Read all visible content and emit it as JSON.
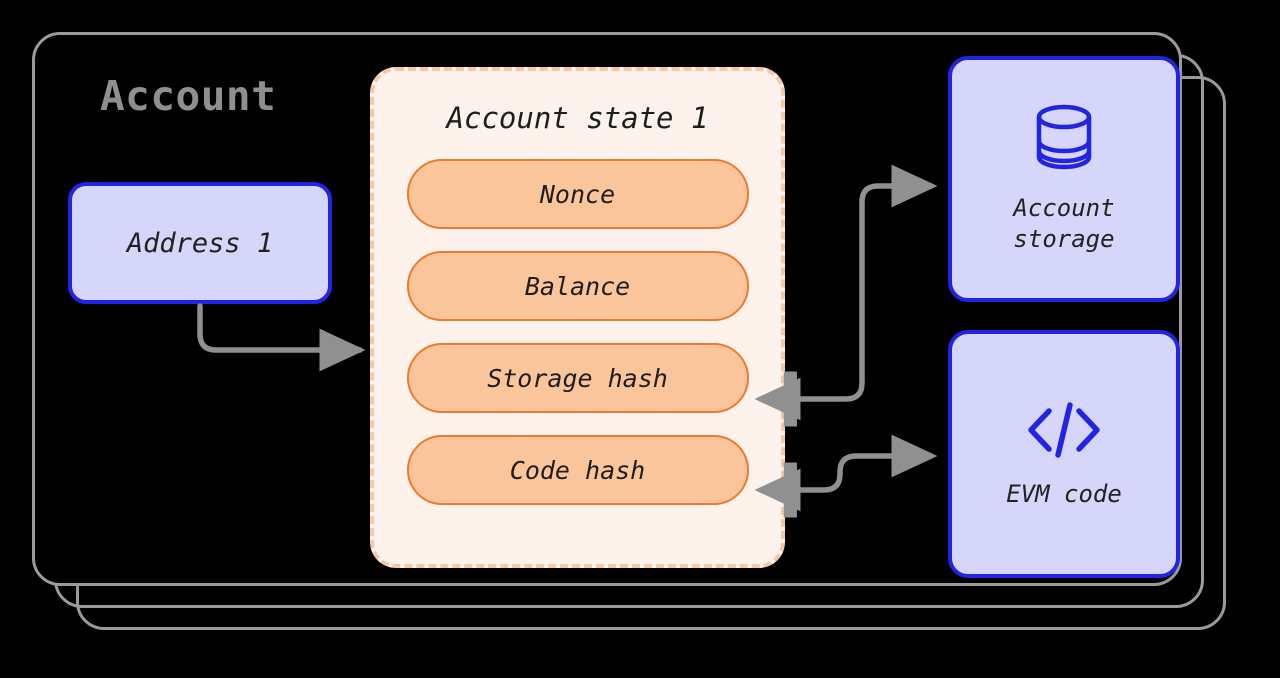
{
  "diagram": {
    "title": "Account",
    "address": {
      "label": "Address 1"
    },
    "account_state": {
      "title": "Account state 1",
      "fields": [
        {
          "label": "Nonce"
        },
        {
          "label": "Balance"
        },
        {
          "label": "Storage hash"
        },
        {
          "label": "Code hash"
        }
      ]
    },
    "side_nodes": [
      {
        "label": "Account\nstorage",
        "line1": "Account",
        "line2": "storage",
        "icon": "database-icon"
      },
      {
        "label": "EVM code",
        "line1": "EVM code",
        "line2": "",
        "icon": "code-icon"
      }
    ],
    "connections": [
      {
        "from": "Address 1",
        "to": "Account state 1",
        "direction": "one-way"
      },
      {
        "from": "Storage hash",
        "to": "Account storage",
        "direction": "two-way"
      },
      {
        "from": "Code hash",
        "to": "EVM code",
        "direction": "two-way"
      }
    ],
    "colors": {
      "background": "#000000",
      "frame_stroke": "#9a9a9a",
      "title_text": "#8f8f8f",
      "blue_fill": "#d6d6fb",
      "blue_stroke": "#2323e6",
      "card_fill": "#fdf2ec",
      "card_stroke": "#f8c7a6",
      "pill_fill": "#fbc59b",
      "pill_stroke": "#ef7a2c",
      "arrow": "#909090",
      "body_text": "#1e1e1e"
    }
  }
}
